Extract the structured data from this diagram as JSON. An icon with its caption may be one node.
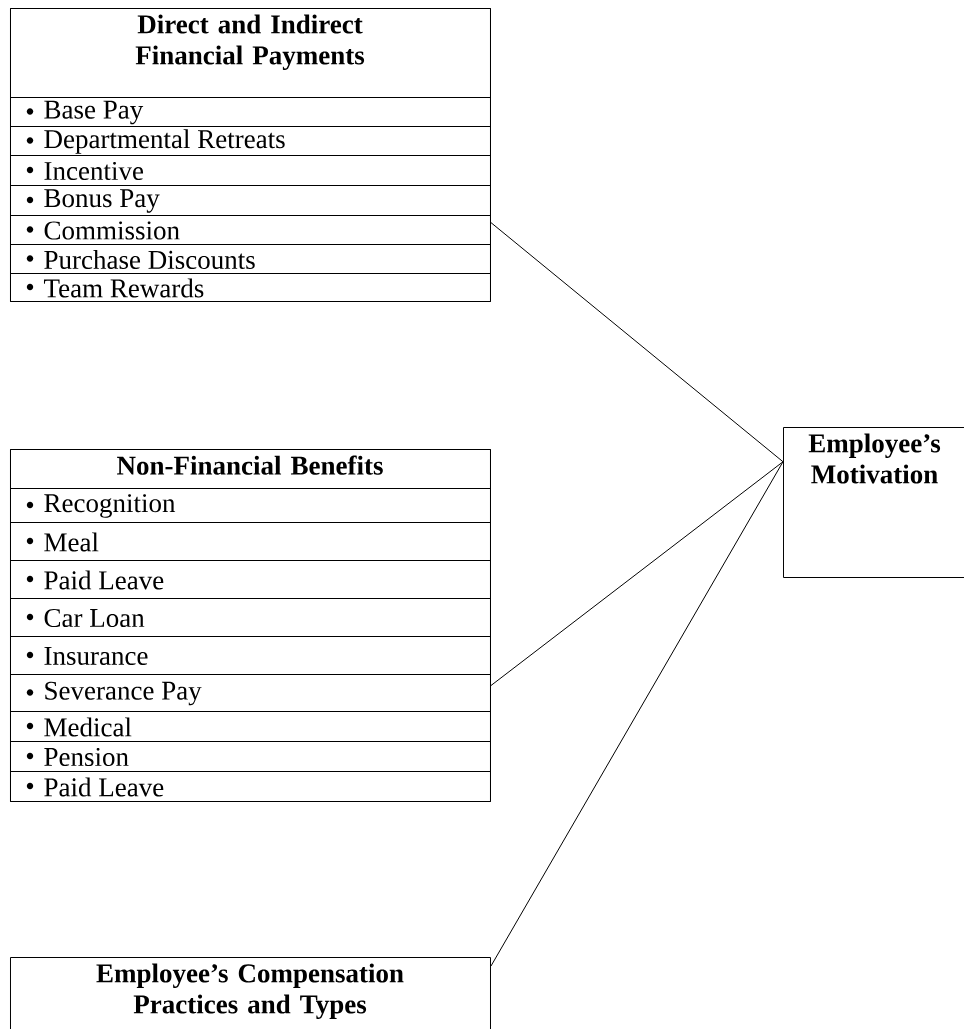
{
  "diagram": {
    "nodes": [
      {
        "text": [
          "Direct and Indirect Financial Payments",
          "Base Pay",
          "Departmental Retreats",
          "Incentive",
          "Bonus Pay",
          "Commission",
          "Purchase Discounts",
          "Team Rewards"
        ]
      },
      {
        "text": [
          "Non-Financial Benefits",
          "Recognition",
          "Meal",
          "Paid Leave",
          "Car Loan",
          "Insurance",
          "Severance Pay",
          "Medical",
          "Pension",
          "Paid Leave"
        ]
      },
      {
        "text": [
          "Employee’s Compensation Practices and Types"
        ]
      },
      {
        "text": [
          "Employee’s Motivation"
        ]
      }
    ],
    "edges": [
      {
        "from": 0,
        "to": 3,
        "arrow": "none"
      },
      {
        "from": 1,
        "to": 3,
        "arrow": "none"
      },
      {
        "from": 2,
        "to": 3,
        "arrow": "none"
      }
    ]
  }
}
